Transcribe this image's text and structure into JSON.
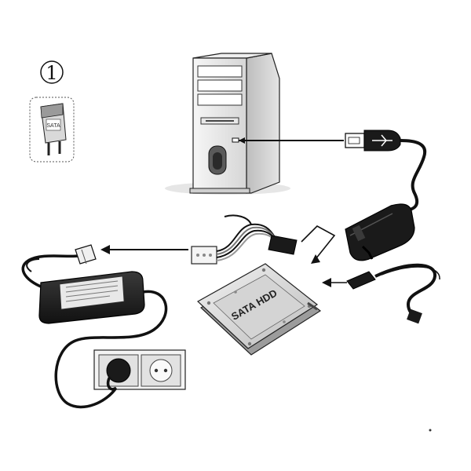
{
  "callout": {
    "step_number": "1",
    "connector_text": "SATA"
  },
  "hdd": {
    "label": "SATA HDD"
  },
  "colors": {
    "line": "#111111",
    "metal_light": "#e8e8e8",
    "metal_mid": "#c8c8c8",
    "metal_dark": "#8a8a8a",
    "plastic_black": "#1c1c1c",
    "outlet_white": "#f2f2f2"
  },
  "icons": {
    "computer": "tower-pc-icon",
    "usb": "usb-plug-icon",
    "adapter": "usb-adapter-icon",
    "power": "power-brick-icon",
    "outlet": "wall-socket-icon",
    "molex": "molex-splitter-icon",
    "sata_cable": "sata-data-cable-icon",
    "drive": "hard-drive-icon"
  }
}
